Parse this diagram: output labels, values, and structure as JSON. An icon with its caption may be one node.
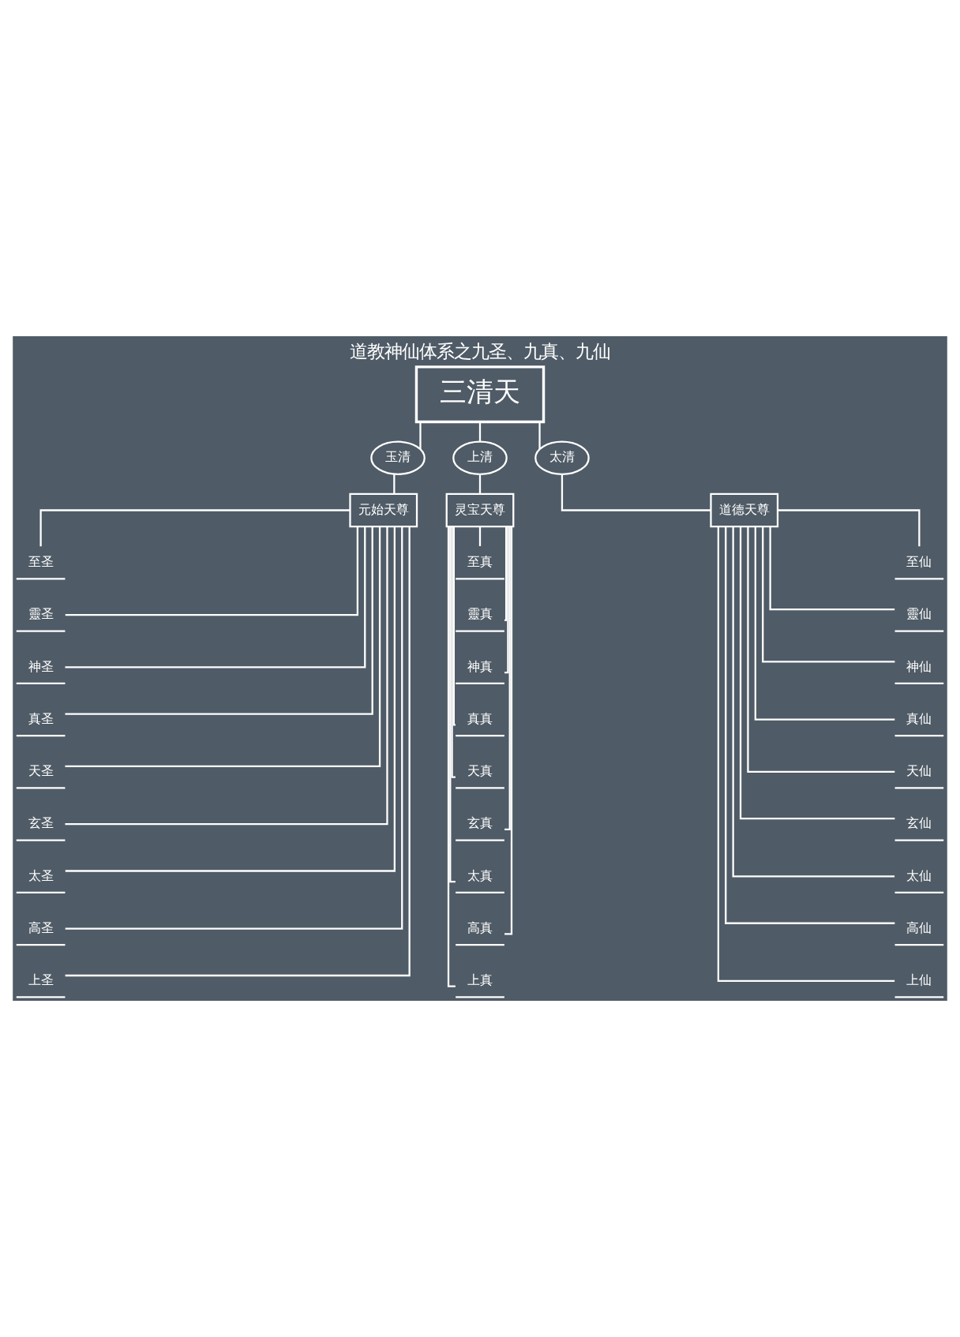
{
  "diagram": {
    "title": "道教神仙体系之九圣、九真、九仙",
    "nodes": [
      {
        "text": [
          "三清天"
        ]
      },
      {
        "text": [
          "玉清"
        ]
      },
      {
        "text": [
          "上清"
        ]
      },
      {
        "text": [
          "太清"
        ]
      },
      {
        "text": [
          "元始天尊"
        ]
      },
      {
        "text": [
          "灵宝天尊"
        ]
      },
      {
        "text": [
          "道德天尊"
        ]
      },
      {
        "text": [
          "至圣"
        ]
      },
      {
        "text": [
          "靈圣"
        ]
      },
      {
        "text": [
          "神圣"
        ]
      },
      {
        "text": [
          "真圣"
        ]
      },
      {
        "text": [
          "天圣"
        ]
      },
      {
        "text": [
          "玄圣"
        ]
      },
      {
        "text": [
          "太圣"
        ]
      },
      {
        "text": [
          "高圣"
        ]
      },
      {
        "text": [
          "上圣"
        ]
      },
      {
        "text": [
          "至真"
        ]
      },
      {
        "text": [
          "靈真"
        ]
      },
      {
        "text": [
          "神真"
        ]
      },
      {
        "text": [
          "真真"
        ]
      },
      {
        "text": [
          "天真"
        ]
      },
      {
        "text": [
          "玄真"
        ]
      },
      {
        "text": [
          "太真"
        ]
      },
      {
        "text": [
          "高真"
        ]
      },
      {
        "text": [
          "上真"
        ]
      },
      {
        "text": [
          "至仙"
        ]
      },
      {
        "text": [
          "靈仙"
        ]
      },
      {
        "text": [
          "神仙"
        ]
      },
      {
        "text": [
          "真仙"
        ]
      },
      {
        "text": [
          "天仙"
        ]
      },
      {
        "text": [
          "玄仙"
        ]
      },
      {
        "text": [
          "太仙"
        ]
      },
      {
        "text": [
          "高仙"
        ]
      },
      {
        "text": [
          "上仙"
        ]
      }
    ],
    "edges": [
      {
        "from": 0,
        "to": 1,
        "arrow": "none"
      },
      {
        "from": 0,
        "to": 2,
        "arrow": "none"
      },
      {
        "from": 0,
        "to": 3,
        "arrow": "none"
      },
      {
        "from": 1,
        "to": 4,
        "arrow": "none"
      },
      {
        "from": 2,
        "to": 5,
        "arrow": "none"
      },
      {
        "from": 3,
        "to": 6,
        "arrow": "none"
      },
      {
        "from": 4,
        "to": 7,
        "arrow": "none"
      },
      {
        "from": 4,
        "to": 8,
        "arrow": "none"
      },
      {
        "from": 4,
        "to": 9,
        "arrow": "none"
      },
      {
        "from": 4,
        "to": 10,
        "arrow": "none"
      },
      {
        "from": 4,
        "to": 11,
        "arrow": "none"
      },
      {
        "from": 4,
        "to": 12,
        "arrow": "none"
      },
      {
        "from": 4,
        "to": 13,
        "arrow": "none"
      },
      {
        "from": 4,
        "to": 14,
        "arrow": "none"
      },
      {
        "from": 4,
        "to": 15,
        "arrow": "none"
      },
      {
        "from": 5,
        "to": 16,
        "arrow": "none"
      },
      {
        "from": 5,
        "to": 17,
        "arrow": "none"
      },
      {
        "from": 5,
        "to": 18,
        "arrow": "none"
      },
      {
        "from": 5,
        "to": 19,
        "arrow": "none"
      },
      {
        "from": 5,
        "to": 20,
        "arrow": "none"
      },
      {
        "from": 5,
        "to": 21,
        "arrow": "none"
      },
      {
        "from": 5,
        "to": 22,
        "arrow": "none"
      },
      {
        "from": 5,
        "to": 23,
        "arrow": "none"
      },
      {
        "from": 5,
        "to": 24,
        "arrow": "none"
      },
      {
        "from": 6,
        "to": 25,
        "arrow": "none"
      },
      {
        "from": 6,
        "to": 26,
        "arrow": "none"
      },
      {
        "from": 6,
        "to": 27,
        "arrow": "none"
      },
      {
        "from": 6,
        "to": 28,
        "arrow": "none"
      },
      {
        "from": 6,
        "to": 29,
        "arrow": "none"
      },
      {
        "from": 6,
        "to": 30,
        "arrow": "none"
      },
      {
        "from": 6,
        "to": 31,
        "arrow": "none"
      },
      {
        "from": 6,
        "to": 32,
        "arrow": "none"
      },
      {
        "from": 6,
        "to": 33,
        "arrow": "none"
      }
    ]
  }
}
